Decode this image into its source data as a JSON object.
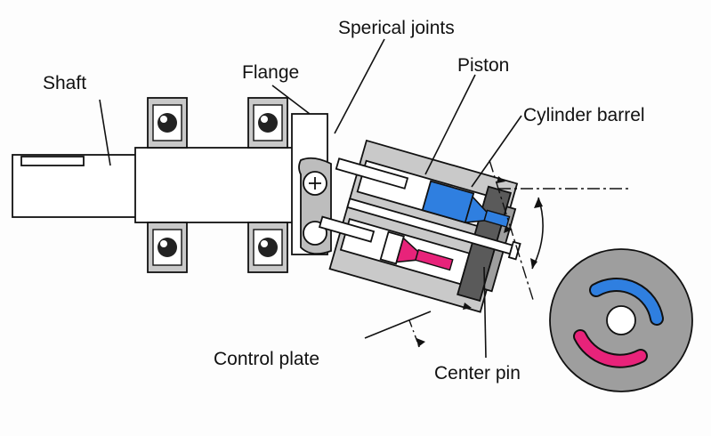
{
  "labels": {
    "spherical_joints": "Sperical joints",
    "piston": "Piston",
    "shaft": "Shaft",
    "flange": "Flange",
    "cylinder_barrel": "Cylinder barrel",
    "control_plate": "Control plate",
    "center_pin": "Center pin"
  },
  "colors": {
    "body_fill": "#ffffff",
    "gray_fill": "#9e9e9e",
    "dark_fill": "#5a5a5a",
    "light_fill": "#c9c9c9",
    "blue_piston": "#2f7fe0",
    "pink_piston": "#e8237a",
    "outline": "#111111"
  }
}
